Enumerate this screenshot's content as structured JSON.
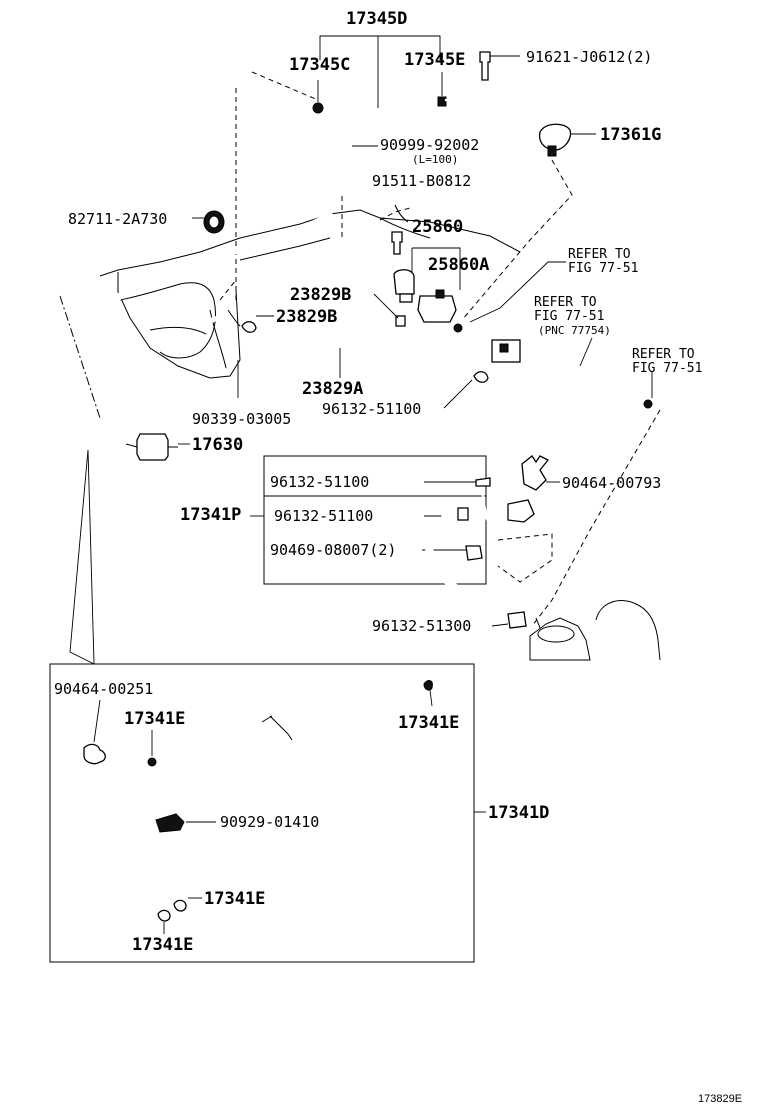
{
  "labels": {
    "p17345D": "17345D",
    "p17345C": "17345C",
    "p17345E": "17345E",
    "p91621": "91621-J0612(2)",
    "p90999": "90999-92002",
    "pL100": "(L=100)",
    "p17361G": "17361G",
    "p91511": "91511-B0812",
    "p82711": "82711-2A730",
    "p25860": "25860",
    "p25860A": "25860A",
    "refer1a": "REFER TO",
    "refer1b": "FIG 77-51",
    "p23829B_1": "23829B",
    "p23829B_2": "23829B",
    "refer2a": "REFER TO",
    "refer2b": "FIG 77-51",
    "refer2c": "(PNC 77754)",
    "refer3a": "REFER TO",
    "refer3b": "FIG 77-51",
    "p23829A": "23829A",
    "p90339": "90339-03005",
    "p96132_top": "96132-51100",
    "p17630": "17630",
    "p96132_a": "96132-51100",
    "p90464_793": "90464-00793",
    "p17341P": "17341P",
    "p96132_b": "96132-51100",
    "p90469": "90469-08007(2)",
    "p96132_513": "96132-51300",
    "p90464_251": "90464-00251",
    "p17341E_1": "17341E",
    "p17341E_2": "17341E",
    "p90929": "90929-01410",
    "p17341D": "17341D",
    "p17341E_3": "17341E",
    "p17341E_4": "17341E",
    "figure_code": "173829E"
  }
}
